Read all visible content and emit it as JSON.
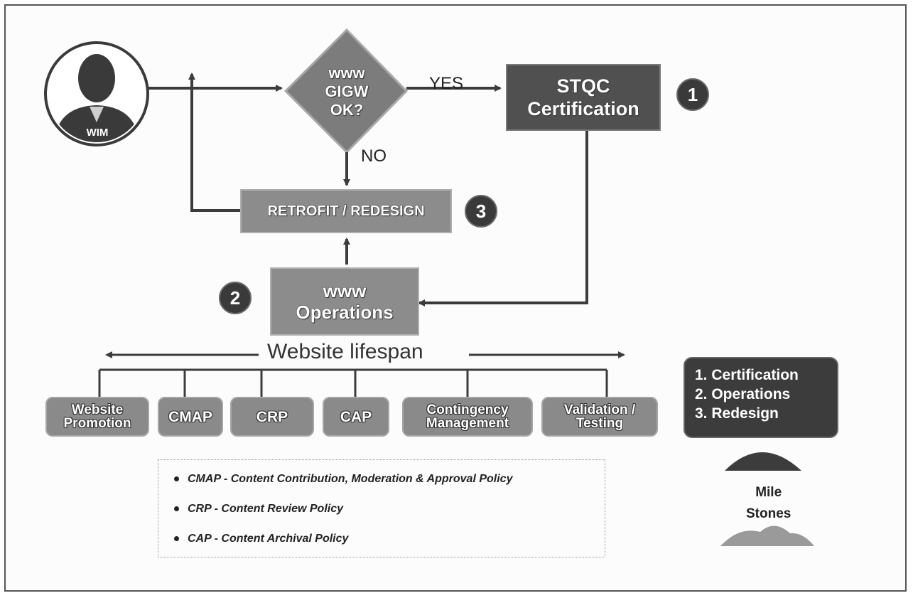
{
  "user": {
    "label": "WIM"
  },
  "decision": {
    "line1": "www",
    "line2": "GIGW",
    "line3": "OK?"
  },
  "yes_label": "YES",
  "no_label": "NO",
  "stqc": {
    "line1": "STQC",
    "line2": "Certification",
    "badge": "1"
  },
  "retrofit": {
    "label": "RETROFIT / REDESIGN",
    "badge": "3"
  },
  "operations": {
    "line1": "www",
    "line2": "Operations",
    "badge": "2"
  },
  "lifespan": {
    "label": "Website lifespan"
  },
  "subprocesses": [
    {
      "line1": "Website",
      "line2": "Promotion"
    },
    {
      "line1": "CMAP",
      "line2": ""
    },
    {
      "line1": "CRP",
      "line2": ""
    },
    {
      "line1": "CAP",
      "line2": ""
    },
    {
      "line1": "Contingency",
      "line2": "Management"
    },
    {
      "line1": "Validation /",
      "line2": "Testing"
    }
  ],
  "legend": [
    "CMAP - Content Contribution, Moderation & Approval Policy",
    "CRP - Content Review Policy",
    "CAP - Content Archival Policy"
  ],
  "milestones_box": [
    "1. Certification",
    "2. Operations",
    "3. Redesign"
  ],
  "milestones_icon": {
    "line1": "Mile",
    "line2": "Stones"
  },
  "colors": {
    "dark_box": "#505050",
    "mid_box": "#8c8c8c",
    "badge": "#3a3a3a",
    "line": "#3c3c3c"
  }
}
